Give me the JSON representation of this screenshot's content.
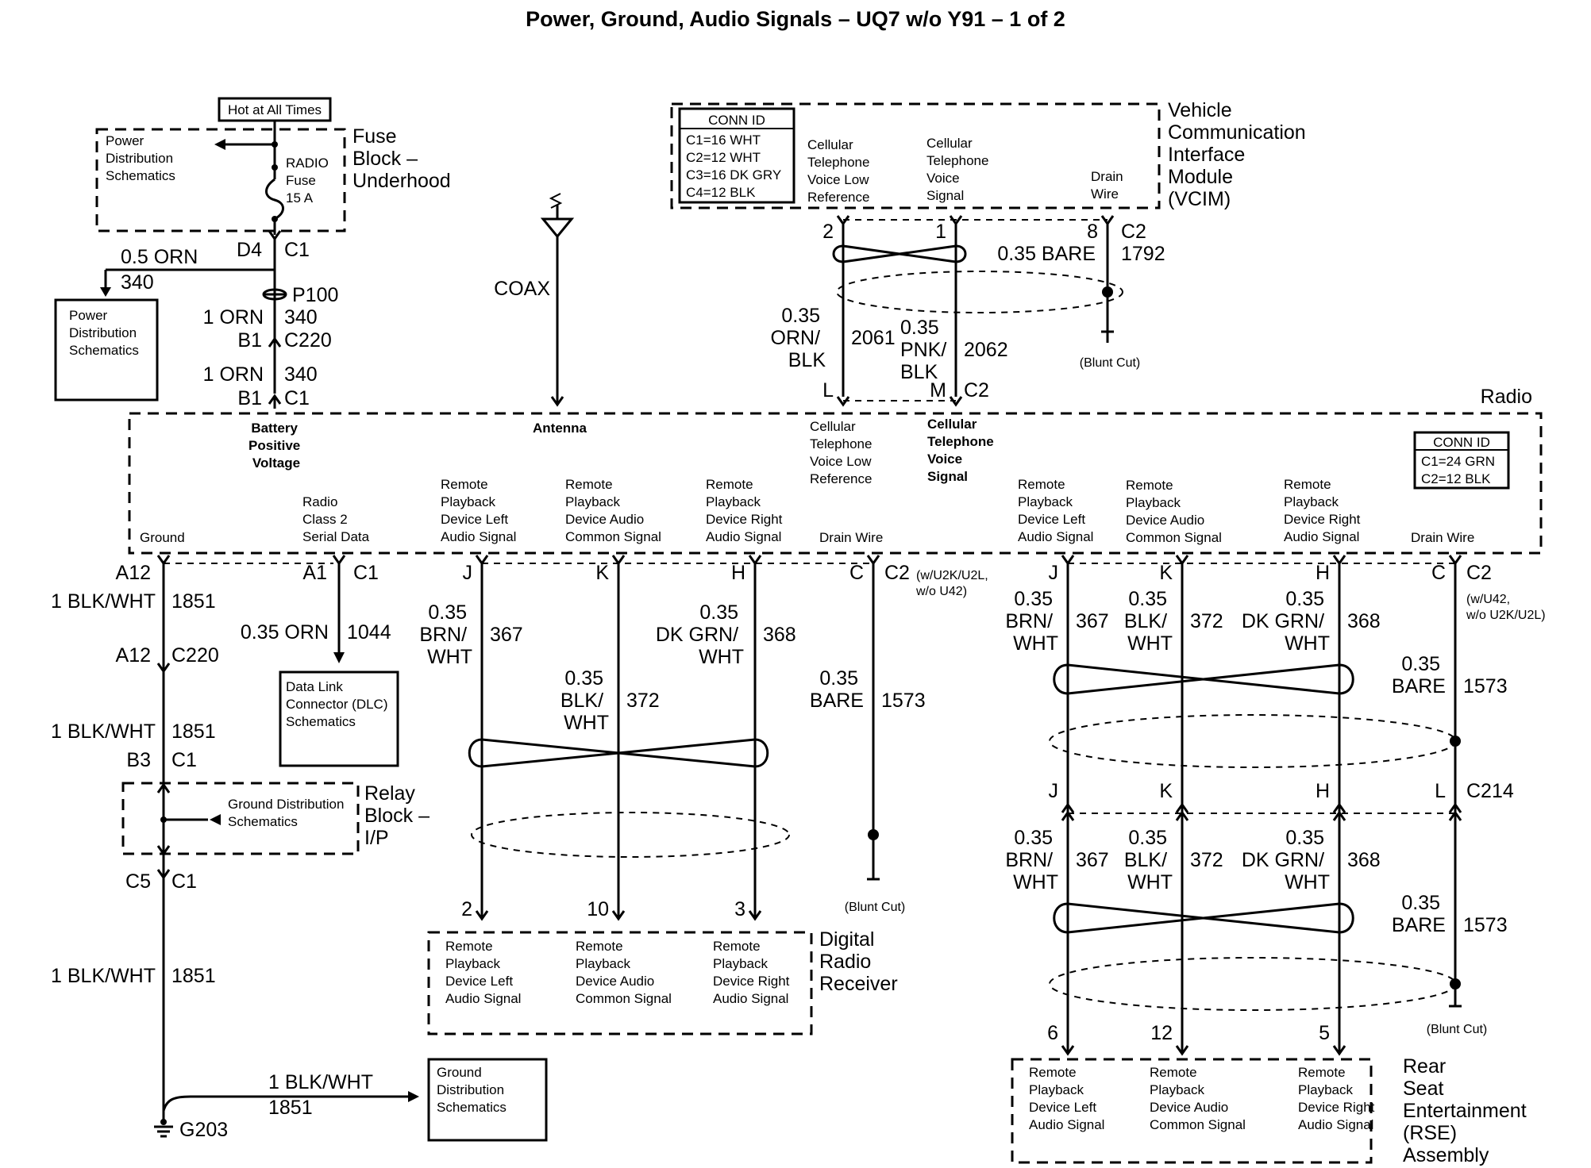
{
  "title": "Power, Ground, Audio Signals – UQ7 w/o Y91 – 1 of 2",
  "fuse_block": {
    "hot_label": "Hot at All Times",
    "name_lines": [
      "Fuse",
      "Block –",
      "Underhood"
    ],
    "pds_lines": [
      "Power",
      "Distribution",
      "Schematics"
    ],
    "fuse_lines": [
      "RADIO",
      "Fuse",
      "15 A"
    ]
  },
  "power_path": {
    "d4": "D4",
    "c1_top": "C1",
    "wire_05orn": "0.5 ORN",
    "wire_340_a": "340",
    "pds_box_lines": [
      "Power",
      "Distribution",
      "Schematics"
    ],
    "p100": "P100",
    "orn_1": "1 ORN",
    "num_340_b": "340",
    "b1_a": "B1",
    "c220": "C220",
    "orn_2": "1 ORN",
    "num_340_c": "340",
    "b1_b": "B1",
    "c1_b": "C1"
  },
  "antenna": {
    "coax": "COAX",
    "pin_label": "Antenna"
  },
  "vcim": {
    "name_lines": [
      "Vehicle",
      "Communication",
      "Interface",
      "Module",
      "(VCIM)"
    ],
    "conn_id_title": "CONN ID",
    "conn_ids": [
      "C1=16 WHT",
      "C2=12 WHT",
      "C3=16 DK GRY",
      "C4=12 BLK"
    ],
    "sig_low_lines": [
      "Cellular",
      "Telephone",
      "Voice Low",
      "Reference"
    ],
    "sig_lines": [
      "Cellular",
      "Telephone",
      "Voice",
      "Signal"
    ],
    "drain_lines": [
      "Drain",
      "Wire"
    ],
    "pin2": "2",
    "pin1": "1",
    "pin8": "8",
    "c2": "C2",
    "num_1792": "1792",
    "bare": "0.35 BARE",
    "wire_a_lines": [
      "0.35",
      "ORN/",
      "BLK"
    ],
    "num_2061": "2061",
    "wire_b_lines": [
      "0.35",
      "PNK/",
      "BLK"
    ],
    "num_2062": "2062",
    "blunt_cut": "(Blunt Cut)",
    "pin_l": "L",
    "pin_m": "M",
    "radio_c2": "C2"
  },
  "radio": {
    "name": "Radio",
    "conn_id_title": "CONN ID",
    "conn_ids": [
      "C1=24 GRN",
      "C2=12 BLK"
    ],
    "battery_lines": [
      "Battery",
      "Positive",
      "Voltage"
    ],
    "ground": "Ground",
    "class2_lines": [
      "Radio",
      "Class 2",
      "Serial Data"
    ],
    "cell_low_lines": [
      "Cellular",
      "Telephone",
      "Voice Low",
      "Reference"
    ],
    "cell_sig_lines": [
      "Cellular",
      "Telephone",
      "Voice",
      "Signal"
    ],
    "left_audio_lines": [
      "Remote",
      "Playback",
      "Device Left",
      "Audio Signal"
    ],
    "common_audio_lines": [
      "Remote",
      "Playback",
      "Device Audio",
      "Common Signal"
    ],
    "right_audio_lines": [
      "Remote",
      "Playback",
      "Device Right",
      "Audio Signal"
    ],
    "drain": "Drain Wire"
  },
  "ground_path": {
    "a12_a": "A12",
    "wire_1": "1 BLK/WHT",
    "num_1851_a": "1851",
    "a12_b": "A12",
    "c220": "C220",
    "wire_2": "1 BLK/WHT",
    "num_1851_b": "1851",
    "b3": "B3",
    "c1_a": "C1",
    "relay_lines": [
      "Relay",
      "Block –",
      "I/P"
    ],
    "gds_lines": [
      "Ground Distribution",
      "Schematics"
    ],
    "c5": "C5",
    "c1_b": "C1",
    "wire_3": "1 BLK/WHT",
    "num_1851_c": "1851",
    "g203": "G203",
    "wire_4": "1 BLK/WHT",
    "num_1851_d": "1851",
    "gds_box_lines": [
      "Ground",
      "Distribution",
      "Schematics"
    ]
  },
  "data_link": {
    "a1": "A1",
    "c1": "C1",
    "wire": "0.35 ORN",
    "num": "1044",
    "box_lines": [
      "Data Link",
      "Connector (DLC)",
      "Schematics"
    ]
  },
  "drr_branch": {
    "pin_j": "J",
    "pin_k": "K",
    "pin_h": "H",
    "pin_c": "C",
    "c2": "C2",
    "c2_note_lines": [
      "(w/U2K/U2L,",
      "w/o U42)"
    ],
    "brn_lines": [
      "0.35",
      "BRN/",
      "WHT"
    ],
    "num_367": "367",
    "blk_lines": [
      "0.35",
      "BLK/",
      "WHT"
    ],
    "num_372": "372",
    "dkgrn_lines": [
      "0.35",
      "DK GRN/",
      "WHT"
    ],
    "num_368": "368",
    "bare_lines": [
      "0.35",
      "BARE"
    ],
    "num_1573": "1573",
    "blunt_cut": "(Blunt Cut)",
    "pin_2": "2",
    "pin_10": "10",
    "pin_3": "3",
    "name_lines": [
      "Digital",
      "Radio",
      "Receiver"
    ],
    "left_lines": [
      "Remote",
      "Playback",
      "Device Left",
      "Audio Signal"
    ],
    "common_lines": [
      "Remote",
      "Playback",
      "Device Audio",
      "Common Signal"
    ],
    "right_lines": [
      "Remote",
      "Playback",
      "Device Right",
      "Audio Signal"
    ]
  },
  "rse_branch": {
    "pin_j": "J",
    "pin_k": "K",
    "pin_h": "H",
    "pin_c": "C",
    "c2": "C2",
    "c2_note_lines": [
      "(w/U42,",
      "w/o U2K/U2L)"
    ],
    "brn_lines": [
      "0.35",
      "BRN/",
      "WHT"
    ],
    "num_367": "367",
    "blk_lines": [
      "0.35",
      "BLK/",
      "WHT"
    ],
    "num_372": "372",
    "dkgrn_lines": [
      "0.35",
      "DK GRN/",
      "WHT"
    ],
    "num_368": "368",
    "bare_lines": [
      "0.35",
      "BARE"
    ],
    "num_1573": "1573",
    "c214_j": "J",
    "c214_k": "K",
    "c214_h": "H",
    "c214_l": "L",
    "c214": "C214",
    "brn2_lines": [
      "0.35",
      "BRN/",
      "WHT"
    ],
    "num2_367": "367",
    "blk2_lines": [
      "0.35",
      "BLK/",
      "WHT"
    ],
    "num2_372": "372",
    "dkgrn2_lines": [
      "0.35",
      "DK GRN/",
      "WHT"
    ],
    "num2_368": "368",
    "bare2_lines": [
      "0.35",
      "BARE"
    ],
    "num2_1573": "1573",
    "blunt_cut": "(Blunt Cut)",
    "pin_6": "6",
    "pin_12": "12",
    "pin_5": "5",
    "name_lines": [
      "Rear",
      "Seat",
      "Entertainment",
      "(RSE)",
      "Assembly"
    ],
    "left_lines": [
      "Remote",
      "Playback",
      "Device Left",
      "Audio Signal"
    ],
    "common_lines": [
      "Remote",
      "Playback",
      "Device Audio",
      "Common Signal"
    ],
    "right_lines": [
      "Remote",
      "Playback",
      "Device Right",
      "Audio Signal"
    ]
  }
}
